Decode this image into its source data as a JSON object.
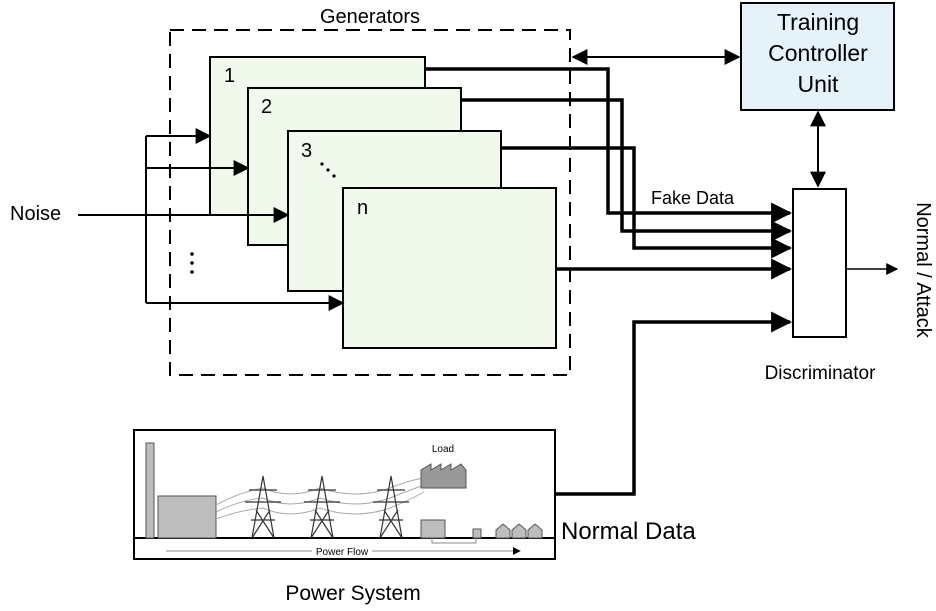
{
  "generators_title": "Generators",
  "generator_labels": [
    "1",
    "2",
    "3",
    "n"
  ],
  "noise_label": "Noise",
  "fake_data_label": "Fake Data",
  "training_controller": {
    "line1": "Training",
    "line2": "Controller",
    "line3": "Unit",
    "fill": "#e6f2fa"
  },
  "discriminator_label": "Discriminator",
  "output_label": "Normal / Attack",
  "normal_data_label": "Normal Data",
  "power_system": {
    "title": "Power System",
    "load_label": "Load",
    "flow_label": "Power Flow"
  },
  "colors": {
    "generator_fill": "#f1f8ec",
    "controller_fill": "#e6f2fa",
    "equipment_gray": "#bdbdbd"
  }
}
